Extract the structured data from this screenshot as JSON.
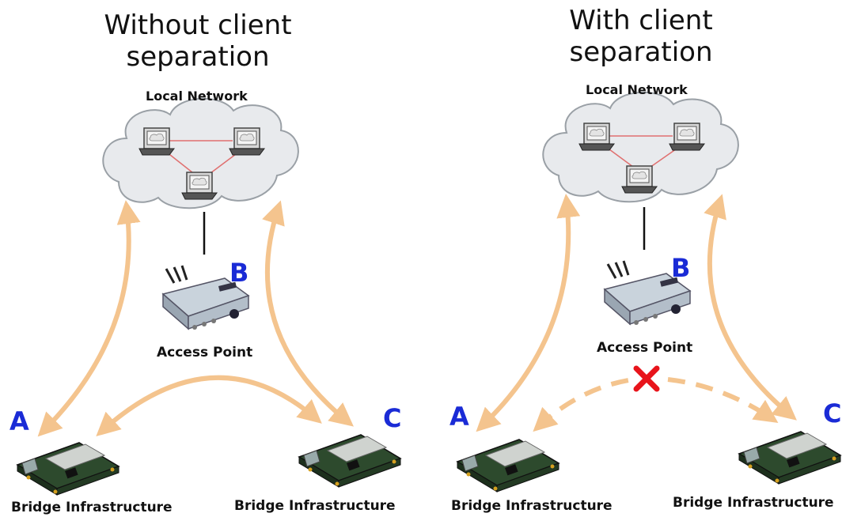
{
  "left": {
    "title": "Without client\nseparation",
    "network_label": "Local Network",
    "ap_label": "Access Point",
    "ap_letter": "B",
    "node_a_letter": "A",
    "node_c_letter": "C",
    "bridge_a_label": "Bridge Infrastructure",
    "bridge_c_label": "Bridge Infrastructure"
  },
  "right": {
    "title": "With client\nseparation",
    "network_label": "Local Network",
    "ap_label": "Access Point",
    "ap_letter": "B",
    "node_a_letter": "A",
    "node_c_letter": "C",
    "bridge_a_label": "Bridge Infrastructure",
    "bridge_c_label": "Bridge Infrastructure"
  },
  "colors": {
    "arrow": "#f4c48e",
    "letter": "#1a2bd6",
    "blocked_x": "#e8141b",
    "cloud_fill": "#e8eaed",
    "cloud_stroke": "#9aa0a6",
    "lan_link": "#e07070"
  }
}
